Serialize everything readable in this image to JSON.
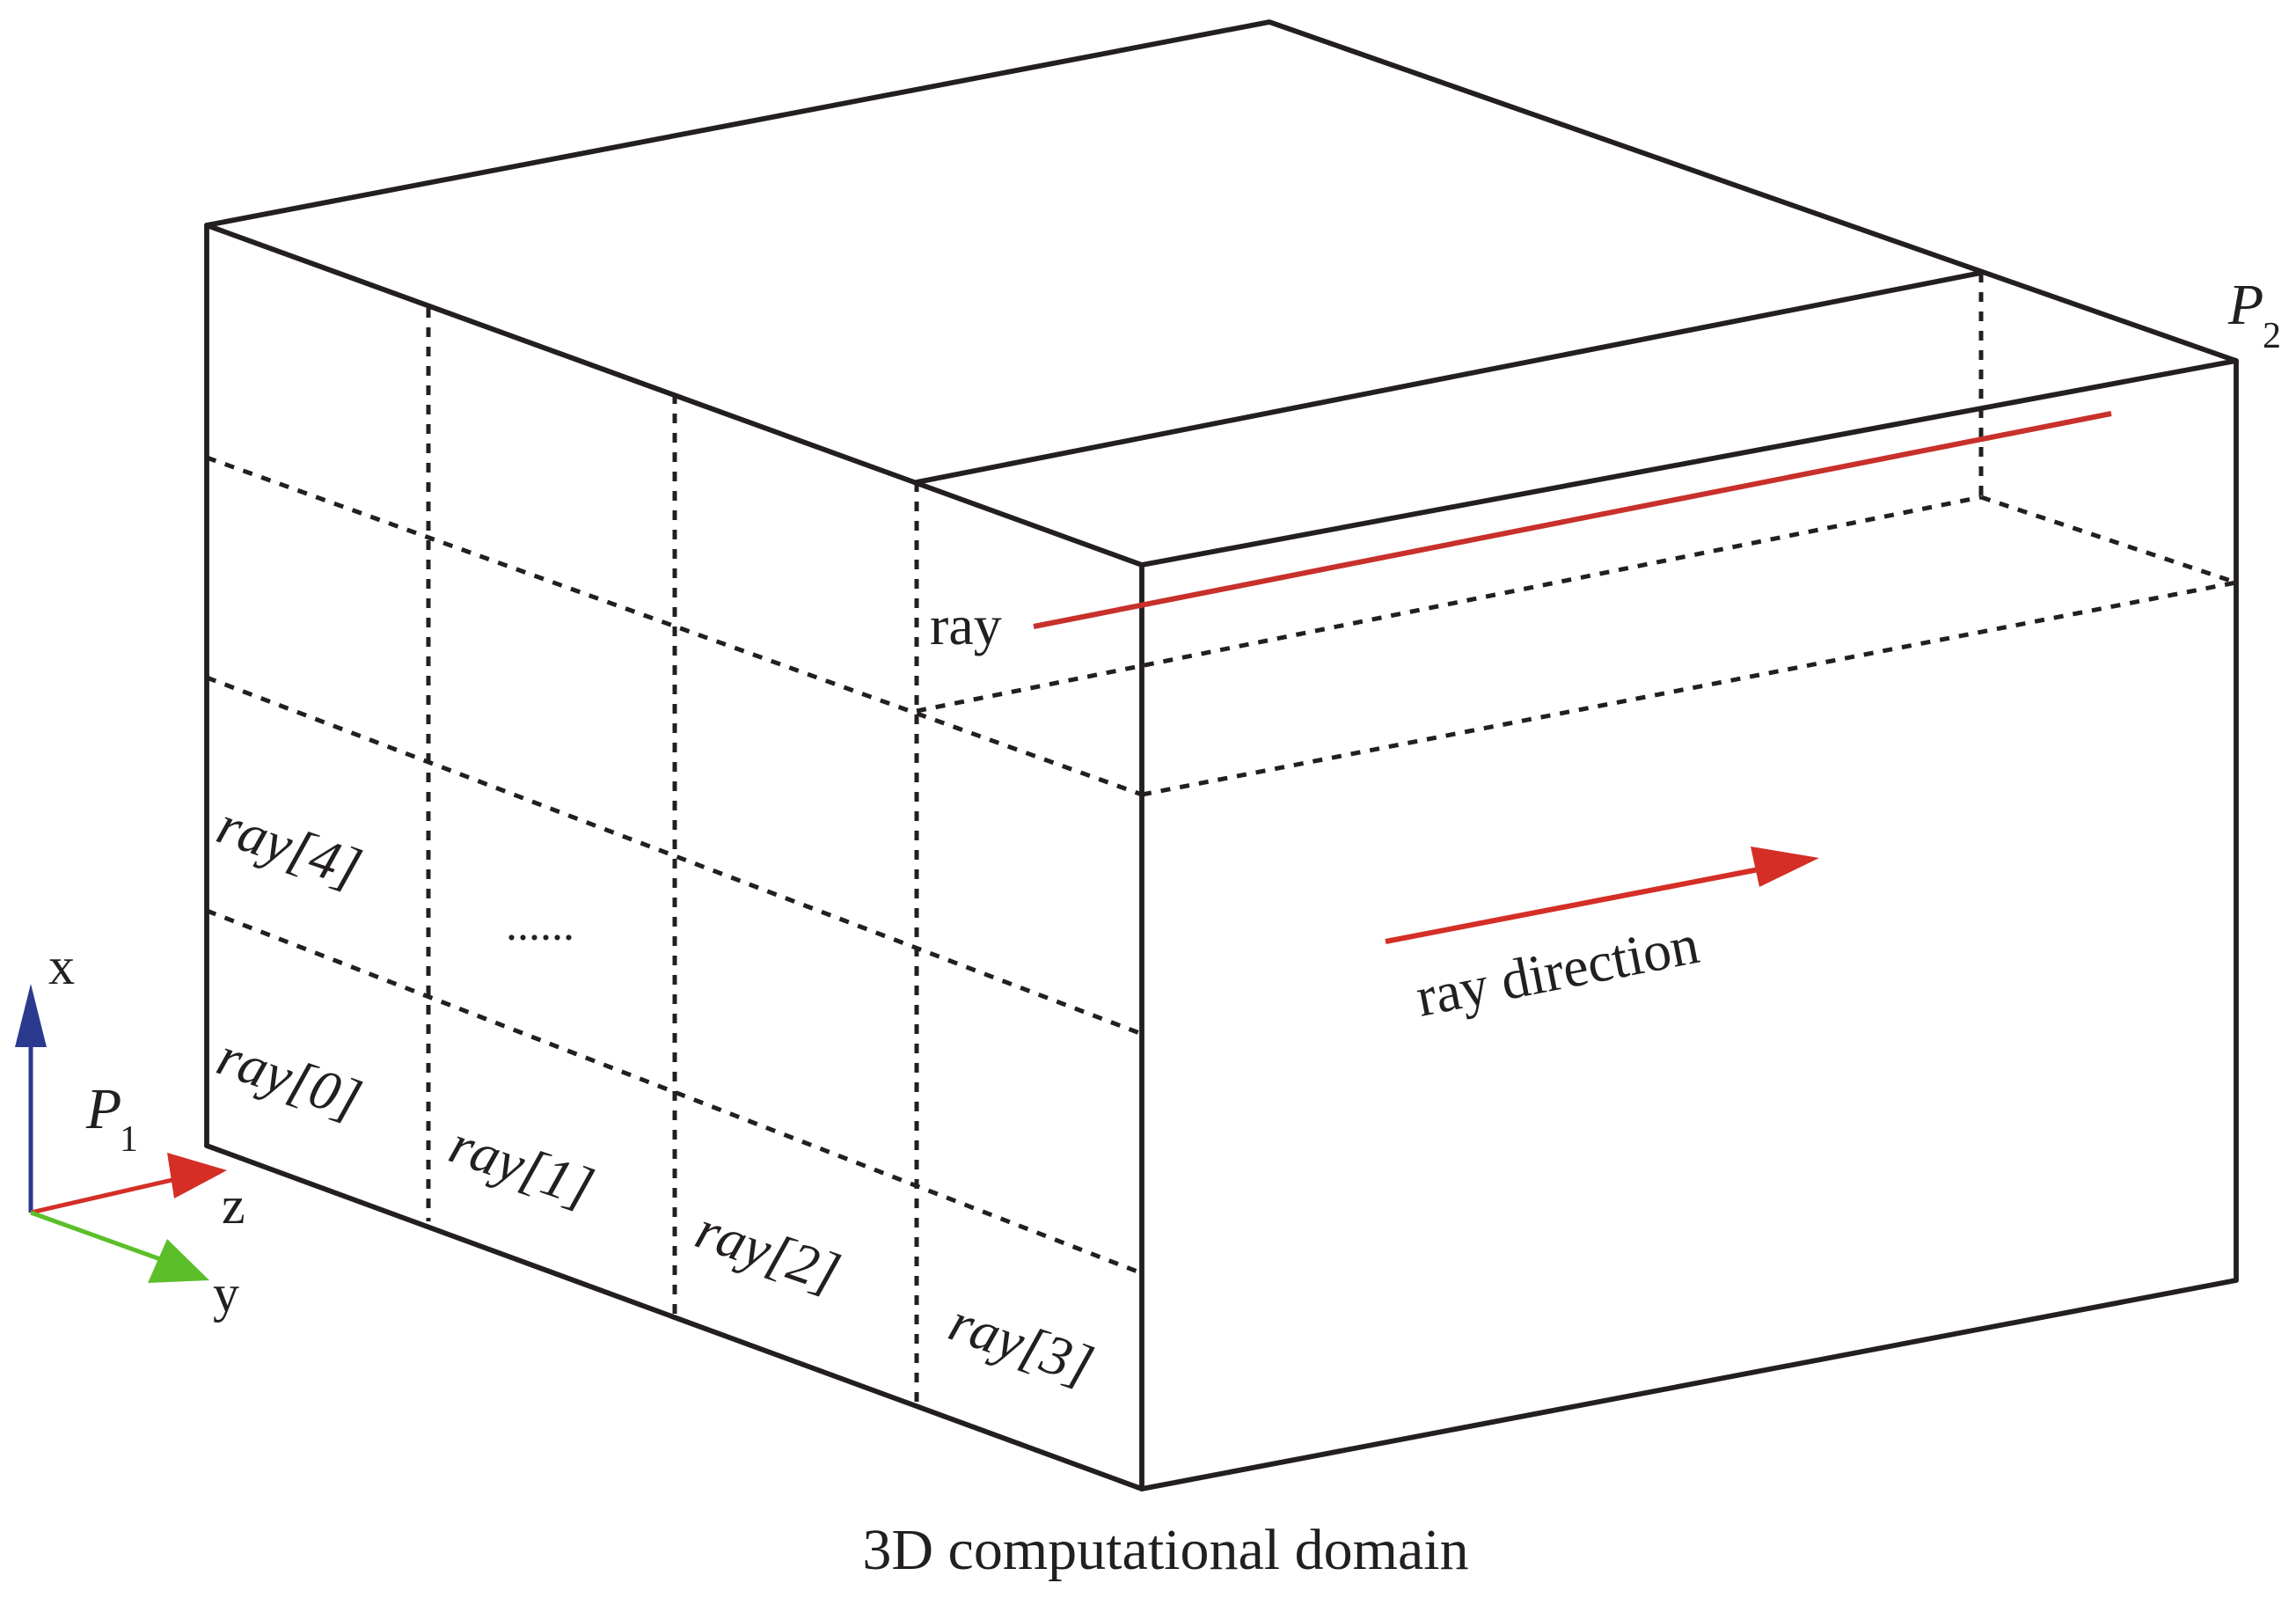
{
  "colors": {
    "line": "#231f20",
    "ray": "#c8302b",
    "axis_x": "#2b3a8f",
    "axis_z": "#d42e26",
    "axis_y": "#5cbf2a"
  },
  "labels": {
    "ray_single": "ray",
    "ray_0": "ray[0]",
    "ray_1": "ray[1]",
    "ray_2": "ray[2]",
    "ray_3": "ray[3]",
    "ray_4": "ray[4]",
    "ellipsis": "......",
    "ray_direction": "ray direction",
    "caption": "3D computational domain"
  },
  "points": {
    "p1": {
      "letter": "P",
      "subscript": "1"
    },
    "p2": {
      "letter": "P",
      "subscript": "2"
    }
  },
  "axes": {
    "x": "x",
    "y": "y",
    "z": "z"
  }
}
